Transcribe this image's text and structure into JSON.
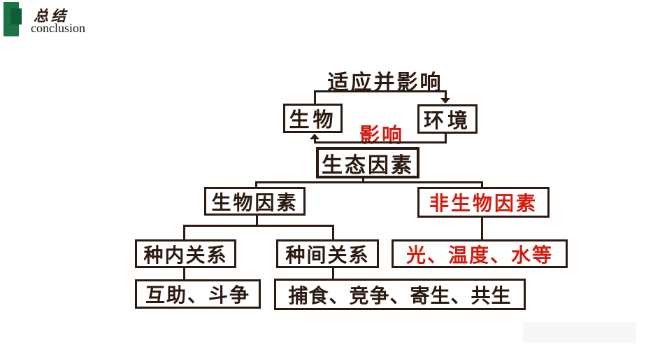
{
  "colors": {
    "ink": "#2b1a10",
    "red": "#d11c10",
    "green1": "#1a7443",
    "green2": "#0f5c36"
  },
  "header": {
    "title": "总结",
    "subtitle": "conclusion"
  },
  "diagram": {
    "top_label": "适应并影响",
    "influence_label": "影响",
    "nodes": {
      "organism": "生物",
      "environment": "环境",
      "ecological_factors": "生态因素",
      "biotic_factors": "生物因素",
      "abiotic_factors": "非生物因素",
      "intraspecific_relation": "种内关系",
      "interspecific_relation": "种间关系",
      "abiotic_examples": "光、温度、水等",
      "intraspecific_examples": "互助、斗争",
      "interspecific_examples": "捕食、竞争、寄生、共生"
    }
  }
}
